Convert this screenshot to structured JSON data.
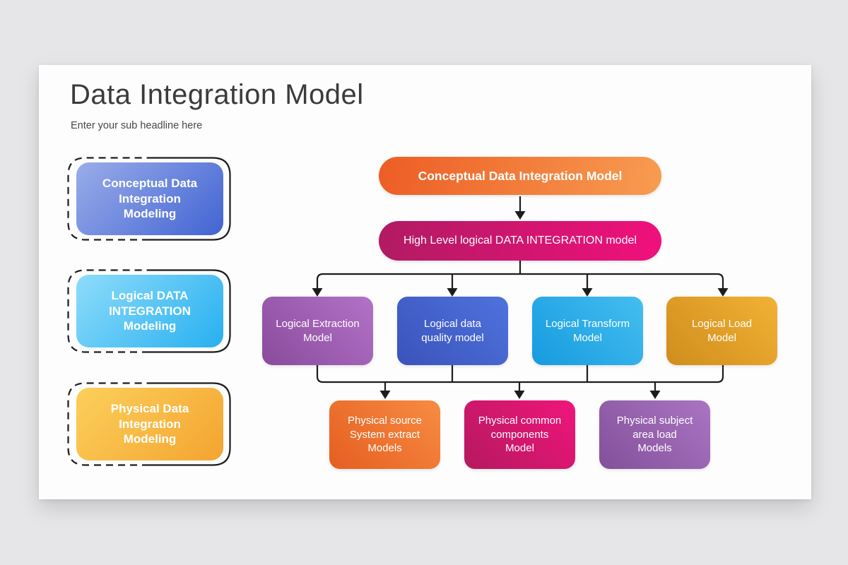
{
  "colors": {
    "page_bg": "#e6e5e7",
    "card_bg": "#fdfdfd",
    "line": "#1c1c1c",
    "title_text": "#3b3b3b",
    "box_text": "#ffffff"
  },
  "header": {
    "title": "Data Integration Model",
    "subtitle": "Enter your sub headline here"
  },
  "sidebar": {
    "items": [
      {
        "label": "Conceptual Data\nIntegration\nModeling",
        "gradient": {
          "angle": "135deg",
          "from": "#9aade9",
          "to": "#4264d3"
        }
      },
      {
        "label": "Logical DATA\nINTEGRATION\nModeling",
        "gradient": {
          "angle": "135deg",
          "from": "#8edcfa",
          "to": "#27b0f0"
        }
      },
      {
        "label": "Physical Data\nIntegration\nModeling",
        "gradient": {
          "angle": "135deg",
          "from": "#fbd05b",
          "to": "#f4a430"
        }
      }
    ]
  },
  "flowchart": {
    "level1": {
      "label": "Conceptual Data Integration Model",
      "gradient": {
        "angle": "100deg",
        "from": "#ec5d25",
        "to": "#f89c50"
      }
    },
    "level2": {
      "label": "High Level logical DATA INTEGRATION model",
      "gradient": {
        "angle": "100deg",
        "from": "#b01b63",
        "to": "#f1107c"
      }
    },
    "level3": [
      {
        "label": "Logical Extraction\nModel",
        "gradient": {
          "angle": "45deg",
          "from": "#8a4b9d",
          "to": "#b273c6"
        }
      },
      {
        "label": "Logical data\nquality model",
        "gradient": {
          "angle": "45deg",
          "from": "#3b53bb",
          "to": "#4f72dd"
        }
      },
      {
        "label": "Logical Transform\nModel",
        "gradient": {
          "angle": "45deg",
          "from": "#169bdf",
          "to": "#45bef0"
        }
      },
      {
        "label": "Logical Load\nModel",
        "gradient": {
          "angle": "45deg",
          "from": "#cf8d1c",
          "to": "#f2b135"
        }
      }
    ],
    "level4": [
      {
        "label": "Physical source\nSystem extract\nModels",
        "gradient": {
          "angle": "45deg",
          "from": "#e55e21",
          "to": "#f78c42"
        }
      },
      {
        "label": "Physical common\ncomponents\nModel",
        "gradient": {
          "angle": "45deg",
          "from": "#b5195f",
          "to": "#f0157c"
        }
      },
      {
        "label": "Physical subject\narea load\nModels",
        "gradient": {
          "angle": "45deg",
          "from": "#83509a",
          "to": "#aa74c2"
        }
      }
    ]
  }
}
